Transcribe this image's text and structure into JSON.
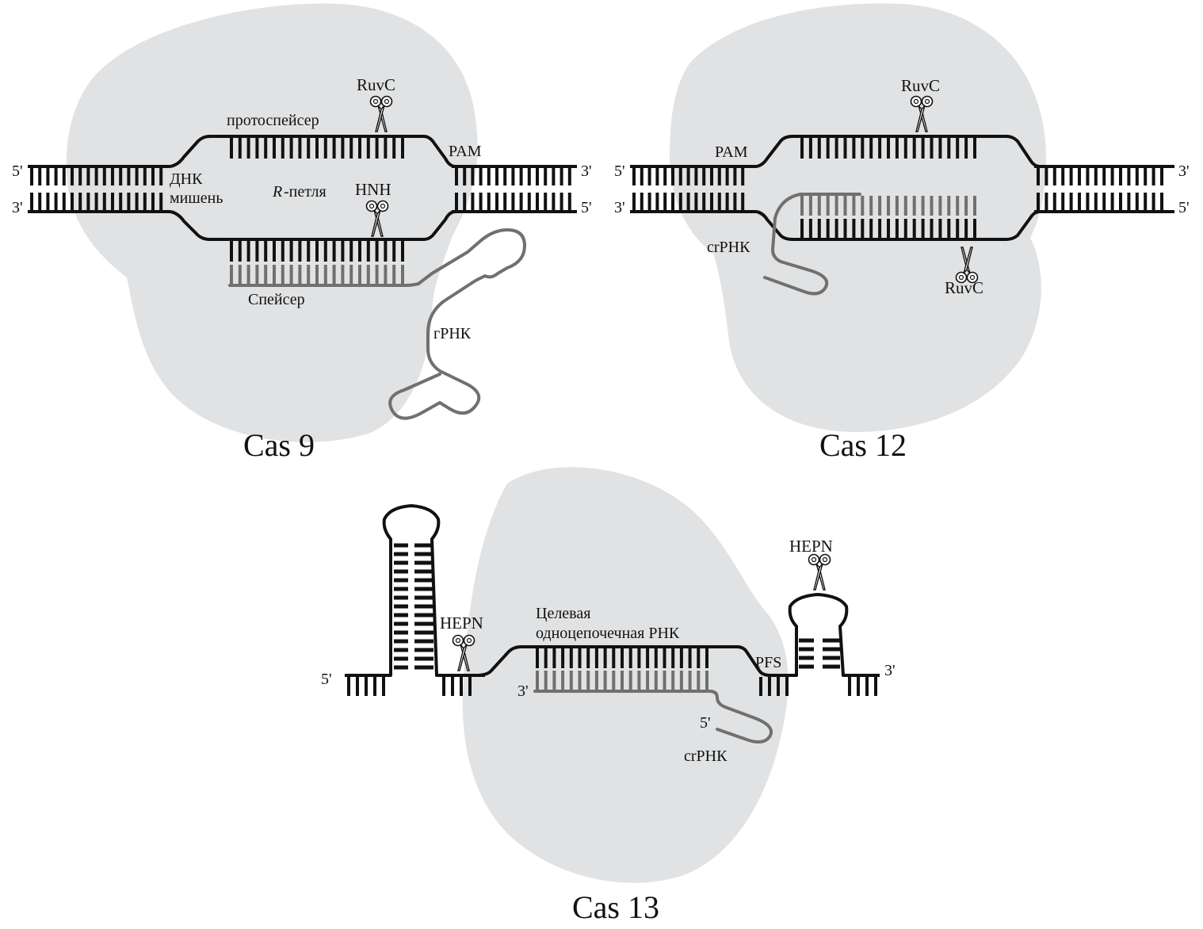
{
  "figure": {
    "panels": [
      {
        "id": "cas9",
        "title": "Cas 9",
        "labels": {
          "five_prime_top": "5'",
          "three_prime_bottom": "3'",
          "three_prime_top_right": "3'",
          "five_prime_bottom_right": "5'",
          "target_dna": "ДНК",
          "target_dna_2": "мишень",
          "protospacer": "протоспейсер",
          "r_loop_italic": "R",
          "r_loop_rest": "-петля",
          "pam": "PAM",
          "ruvc": "RuvC",
          "hnh": "HNH",
          "spacer": "Спейсер",
          "grna": "гРНК"
        },
        "icons": [
          "scissors-icon-ruvc",
          "scissors-icon-hnh"
        ]
      },
      {
        "id": "cas12",
        "title": "Cas 12",
        "labels": {
          "five_prime_top": "5'",
          "three_prime_bottom": "3'",
          "three_prime_top_right": "3'",
          "five_prime_bottom_right": "5'",
          "pam": "PAM",
          "ruvc_top": "RuvC",
          "ruvc_bottom": "RuvC",
          "crrna": "crРНК"
        },
        "icons": [
          "scissors-icon-ruvc-top",
          "scissors-icon-ruvc-bottom"
        ]
      },
      {
        "id": "cas13",
        "title": "Cas 13",
        "labels": {
          "five_prime_left": "5'",
          "three_prime_right": "3'",
          "hepn_left": "HEPN",
          "hepn_right": "HEPN",
          "target_line1": "Целевая",
          "target_line2": "одноцепочечная РНК",
          "crrna_three": "3'",
          "crrna_five": "5'",
          "crrna": "crРНК",
          "pfs": "PFS"
        },
        "icons": [
          "scissors-icon-hepn-left",
          "scissors-icon-hepn-right"
        ]
      }
    ],
    "colors": {
      "protein": "#e1e2e3",
      "dna": "#111111",
      "rna": "#707070"
    }
  }
}
